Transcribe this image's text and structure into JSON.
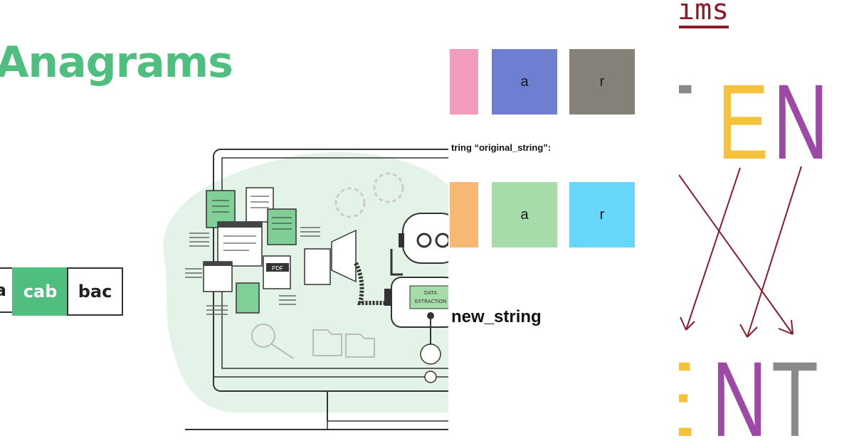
{
  "panel_left": {
    "title": "Anagrams",
    "words": [
      "a",
      "cab",
      "bac"
    ],
    "active_word_index": 1,
    "colors": {
      "accent": "#4fbe7f",
      "illustration_fill": "#e6f4ea"
    },
    "illustration": {
      "badge_line1": "DATA",
      "badge_line2": "EXTRACTION",
      "pdf_label": "PDF"
    }
  },
  "panel_middle": {
    "row1": [
      {
        "label": "",
        "color": "#f29bbd"
      },
      {
        "label": "a",
        "color": "#6e7fd1"
      },
      {
        "label": "r",
        "color": "#858078"
      }
    ],
    "caption": "tring “original_string”:",
    "row2": [
      {
        "label": "",
        "color": "#f7b874"
      },
      {
        "label": "a",
        "color": "#a5dcaa"
      },
      {
        "label": "r",
        "color": "#66d6fb"
      }
    ],
    "new_string_label": "new_string"
  },
  "panel_right": {
    "heading": "ıms",
    "top_letters": [
      {
        "char": "T",
        "color": "#8a8a8a"
      },
      {
        "char": "E",
        "color": "#f6c23e"
      },
      {
        "char": "N",
        "color": "#9d4aa7"
      }
    ],
    "bottom_letters": [
      {
        "char": "E",
        "color": "#f6c23e"
      },
      {
        "char": "N",
        "color": "#9d4aa7"
      },
      {
        "char": "T",
        "color": "#8a8a8a"
      }
    ],
    "arrow_color": "#8b1a2b"
  }
}
